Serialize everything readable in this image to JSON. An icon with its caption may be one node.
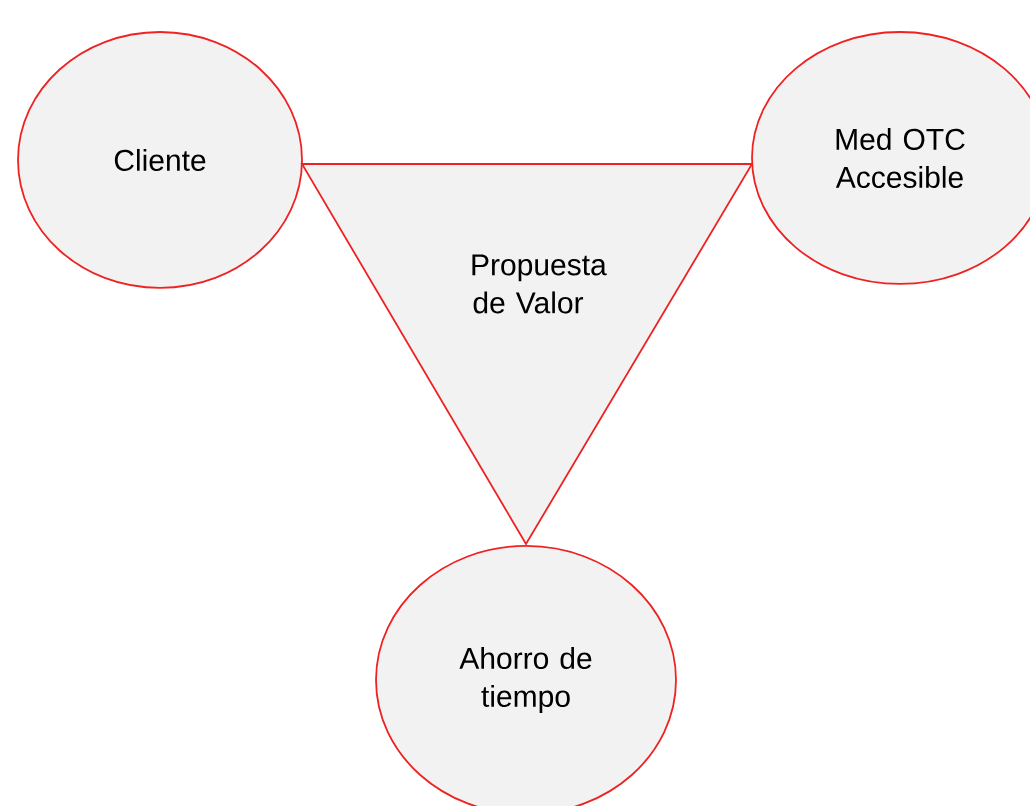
{
  "diagram": {
    "nodes": [
      {
        "text": [
          "Cliente"
        ]
      },
      {
        "text": [
          "Propuesta de Valor"
        ]
      },
      {
        "text": [
          "Med OTC Accesible"
        ]
      },
      {
        "text": [
          "Ahorro de tiempo"
        ]
      }
    ]
  }
}
